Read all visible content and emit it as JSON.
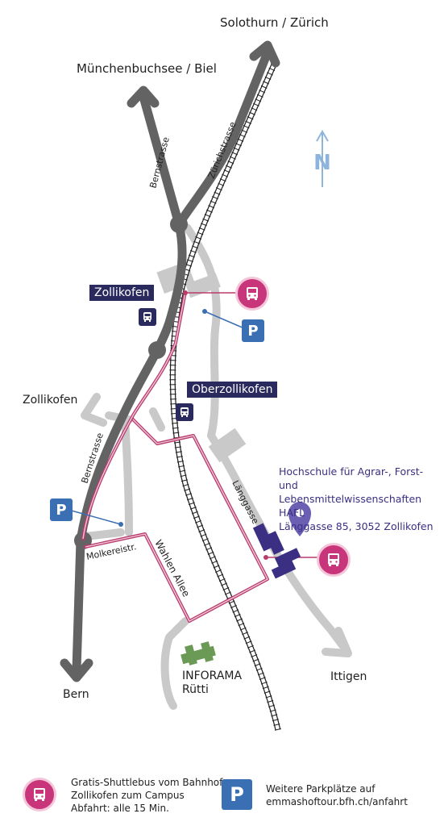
{
  "labels": {
    "solothurn": "Solothurn / Zürich",
    "muenchenbuchsee": "Münchenbuchsee / Biel",
    "bernstrasse_top": "Bernstrasse",
    "zuerichstrasse": "Zürichstrasse",
    "zollikofen_west": "Zollikofen",
    "bernstrasse_bottom": "Bernstrasse",
    "molkereistr": "Molkereistr.",
    "wahlen_allee": "Wahlen Allee",
    "laenggasse": "Länggasse",
    "bern": "Bern",
    "ittigen": "Ittigen",
    "inforama": "INFORAMA\nRütti"
  },
  "stations": {
    "zollikofen": "Zollikofen",
    "oberzollikofen": "Oberzollikofen"
  },
  "destination": {
    "line1": "Hochschule für Agrar-, Forst- und",
    "line2": "Lebensmittelwissenschaften HAFL",
    "line3": "Länggasse 85, 3052 Zollikofen"
  },
  "legend": {
    "shuttle_text": "Gratis-Shuttlebus vom Bahnhof\nZollikofen zum Campus\nAbfahrt: alle 15 Min.",
    "parking_text": "Weitere Parkplätze auf\nemmashoftour.bfh.ch/anfahrt"
  },
  "compass": "N",
  "parking_symbol": "P",
  "colors": {
    "main_road": "#636363",
    "local_road": "#c9c9c9",
    "shuttle_route": "#b83c6c",
    "station_label": "#2a2a5e",
    "parking": "#3b6fb3",
    "campus": "#3a2f83",
    "inforama": "#6a9a55",
    "compass": "#8db5dc"
  }
}
